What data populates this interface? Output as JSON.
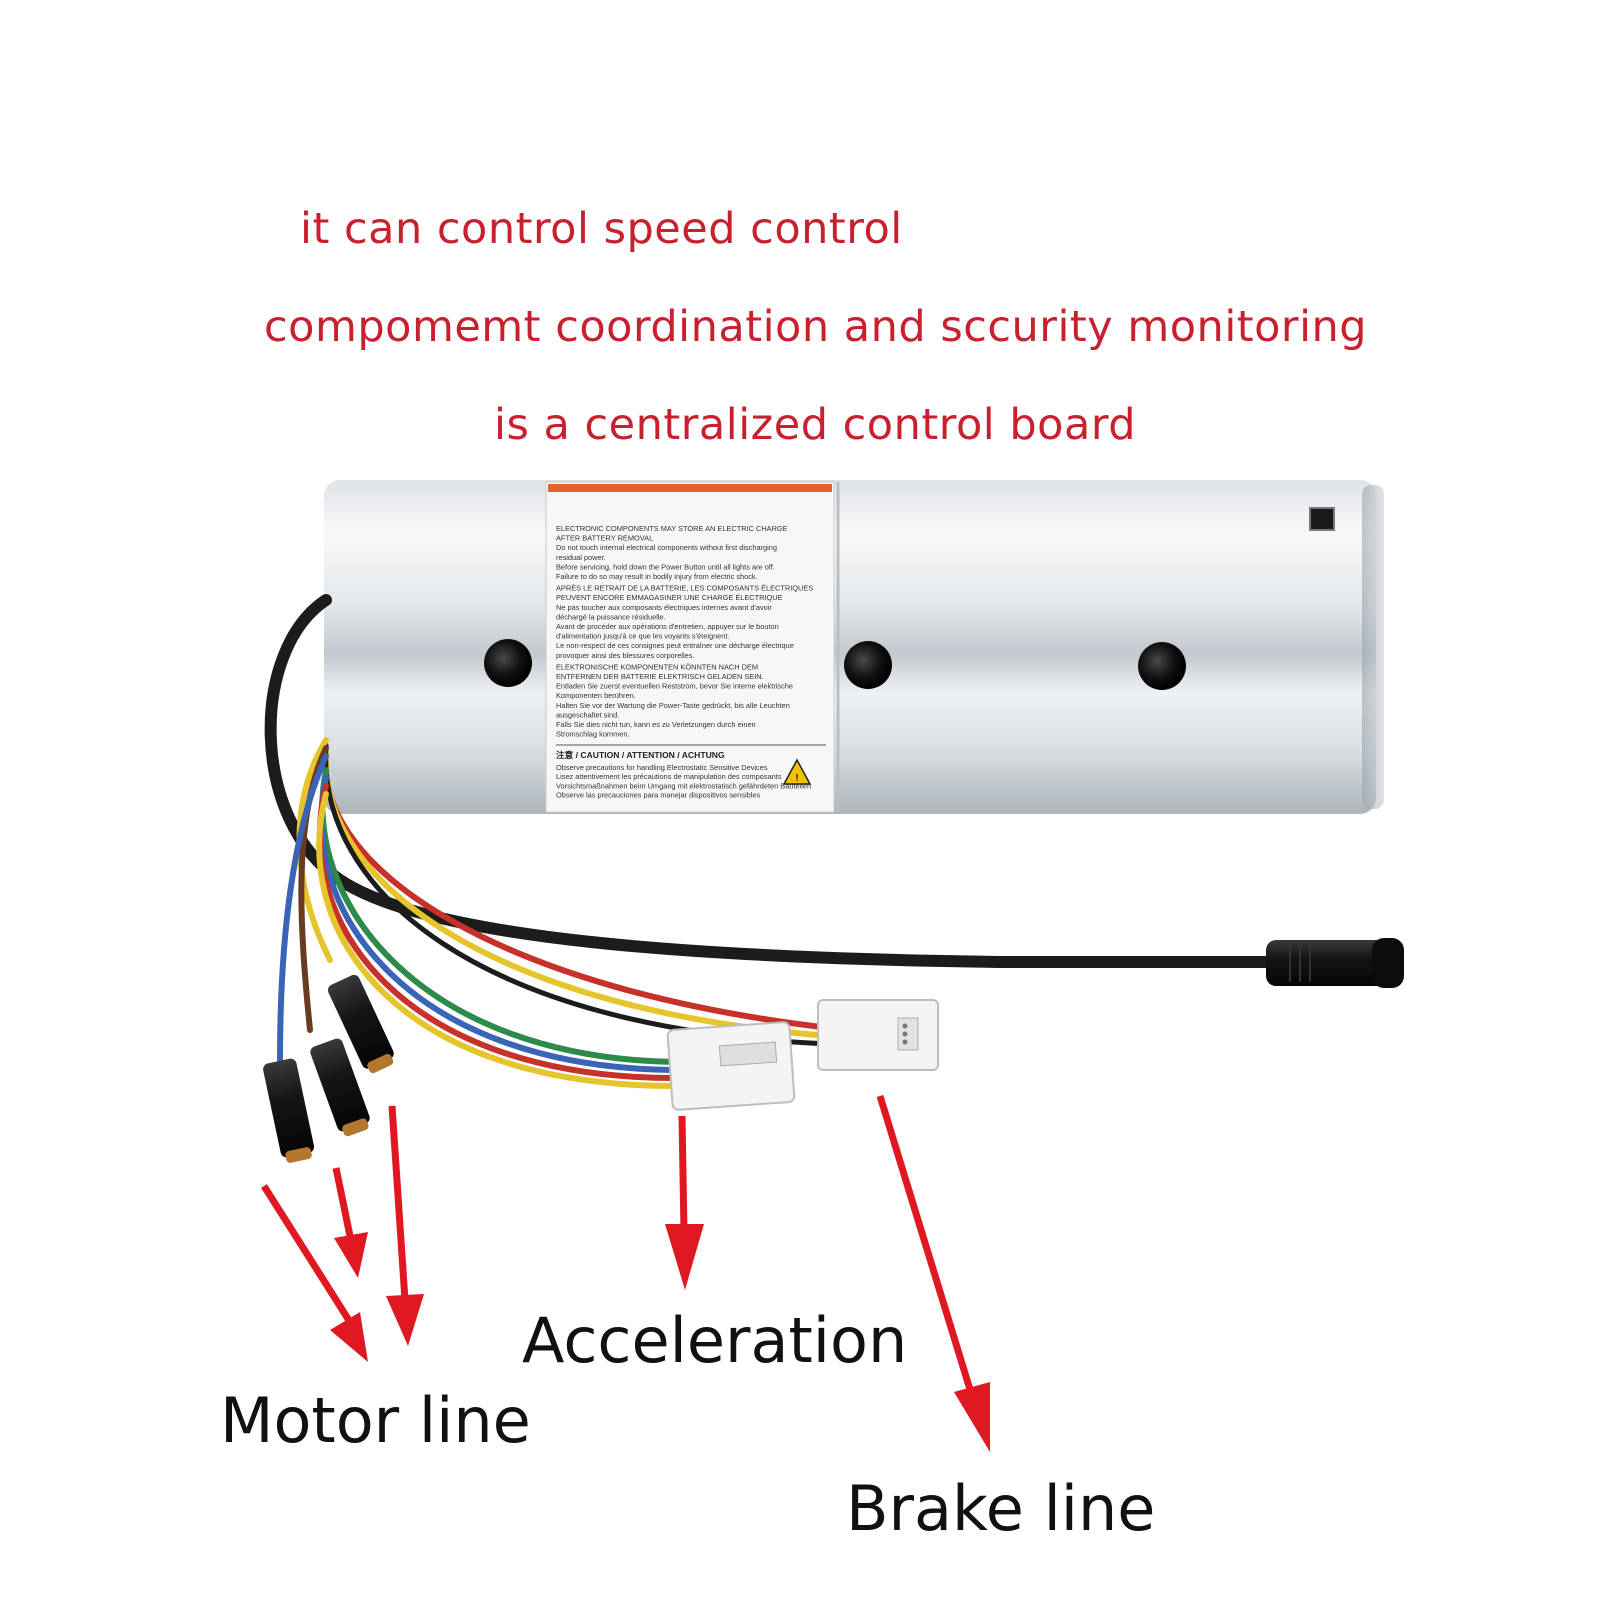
{
  "description_lines": [
    "it can control speed control",
    "compomemt coordination and sccurity monitoring",
    "is a centralized control board"
  ],
  "labels": {
    "acceleration": "Acceleration",
    "motor": "Motor line",
    "brake": "Brake line"
  },
  "warning_label": {
    "lines_en": [
      "ELECTRONIC COMPONENTS MAY STORE AN ELECTRIC CHARGE",
      "AFTER BATTERY REMOVAL",
      "Do not touch internal electrical components without first discharging",
      "residual power.",
      "Before servicing, hold down the Power Button until all lights are off.",
      "Failure to do so may result in bodily injury from electric shock."
    ],
    "lines_fr": [
      "APRÈS LE RETRAIT DE LA BATTERIE, LES COMPOSANTS ÉLECTRIQUES",
      "PEUVENT ENCORE EMMAGASINER UNE CHARGE ÉLECTRIQUE",
      "Ne pas toucher aux composants électriques internes avant d'avoir",
      "déchargé la puissance résiduelle.",
      "Avant de procéder aux opérations d'entretien, appuyer sur le bouton",
      "d'alimentation jusqu'à ce que les voyants s'éteignent.",
      "Le non-respect de ces consignes peut entraîner une décharge électrique",
      "provoquer ainsi des blessures corporelles."
    ],
    "lines_de": [
      "ELEKTRONISCHE KOMPONENTEN KÖNNTEN NACH DEM",
      "ENTFERNEN DER BATTERIE ELEKTRISCH GELADEN SEIN.",
      "Entladen Sie zuerst eventuellen Reststrom, bevor Sie interne elektrische",
      "Komponenten berühren.",
      "Halten Sie vor der Wartung die Power-Taste gedrückt, bis alle Leuchten",
      "ausgeschaltet sind.",
      "Falls Sie dies nicht tun, kann es zu Verletzungen durch einen",
      "Stromschlag kommen."
    ],
    "caution_heading": "注意 / CAUTION / ATTENTION / ACHTUNG",
    "caution_lines": [
      "Observe precautions for handling Electrostatic Sensitive Devices",
      "Lisez attentivement les précautions de manipulation des composants",
      "Vorsichtsmaßnahmen beim Umgang mit elektrostatisch gefährdeten Bauteilen",
      "Observe las precauciones para manejar dispositivos sensibles"
    ]
  },
  "colors": {
    "text_red": "#c8202e",
    "arrow_red": "#e01822",
    "label_black": "#111111",
    "cylinder_light": "#f2f4f5",
    "cylinder_mid": "#d4d9dd",
    "cylinder_dark": "#a9b0b6",
    "cable_black": "#1c1c1c",
    "wire_red": "#c8302a",
    "wire_yellow": "#e6c42c",
    "wire_green": "#2c8a4a",
    "wire_blue": "#3a64b8",
    "wire_brown": "#6a3a22",
    "connector_white": "#f4f4f4"
  }
}
